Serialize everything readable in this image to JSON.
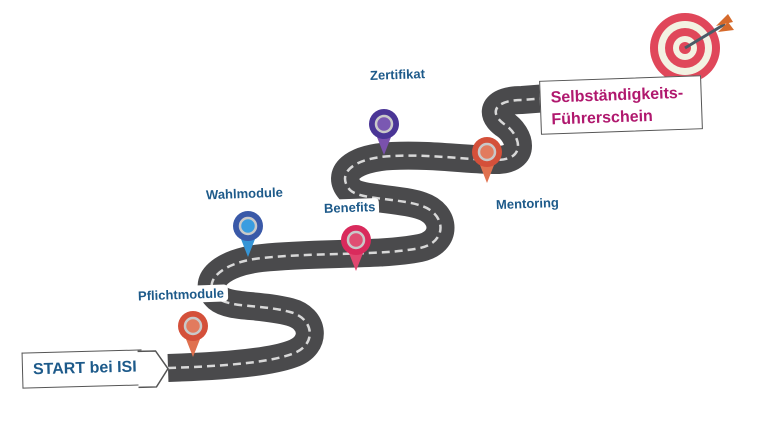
{
  "start_label": "START bei ISI",
  "goal": {
    "line1": "Selbständigkeits-",
    "line2": "Führerschein"
  },
  "milestones": [
    {
      "id": "pflichtmodule",
      "label": "Pflichtmodule",
      "pin_color": "#d4503a",
      "pin_tail": "#e0714f",
      "pin_inner": "#e27b5e"
    },
    {
      "id": "wahlmodule",
      "label": "Wahlmodule",
      "pin_color": "#3a59a8",
      "pin_tail": "#3595d6",
      "pin_inner": "#3a9de0"
    },
    {
      "id": "benefits",
      "label": "Benefits",
      "pin_color": "#d92a5c",
      "pin_tail": "#e0466f",
      "pin_inner": "#e04e72"
    },
    {
      "id": "zertifikat",
      "label": "Zertifikat",
      "pin_color": "#4a3596",
      "pin_tail": "#7a51ad",
      "pin_inner": "#7a58b2"
    },
    {
      "id": "mentoring",
      "label": "Mentoring",
      "pin_color": "#d4503a",
      "pin_tail": "#e0714f",
      "pin_inner": "#e27b5e"
    }
  ],
  "colors": {
    "road": "#4a4a4c",
    "road_dash": "#d8d8d8",
    "label_text": "#1d5a8a",
    "goal_text": "#b0186e",
    "target_red": "#e0475a",
    "target_cream": "#f3f2e2",
    "arrow_fletch": "#d66a2c",
    "arrow_shaft": "#4a5a66"
  },
  "icons": {
    "goal": "target-icon",
    "milestone": "map-pin-icon"
  }
}
